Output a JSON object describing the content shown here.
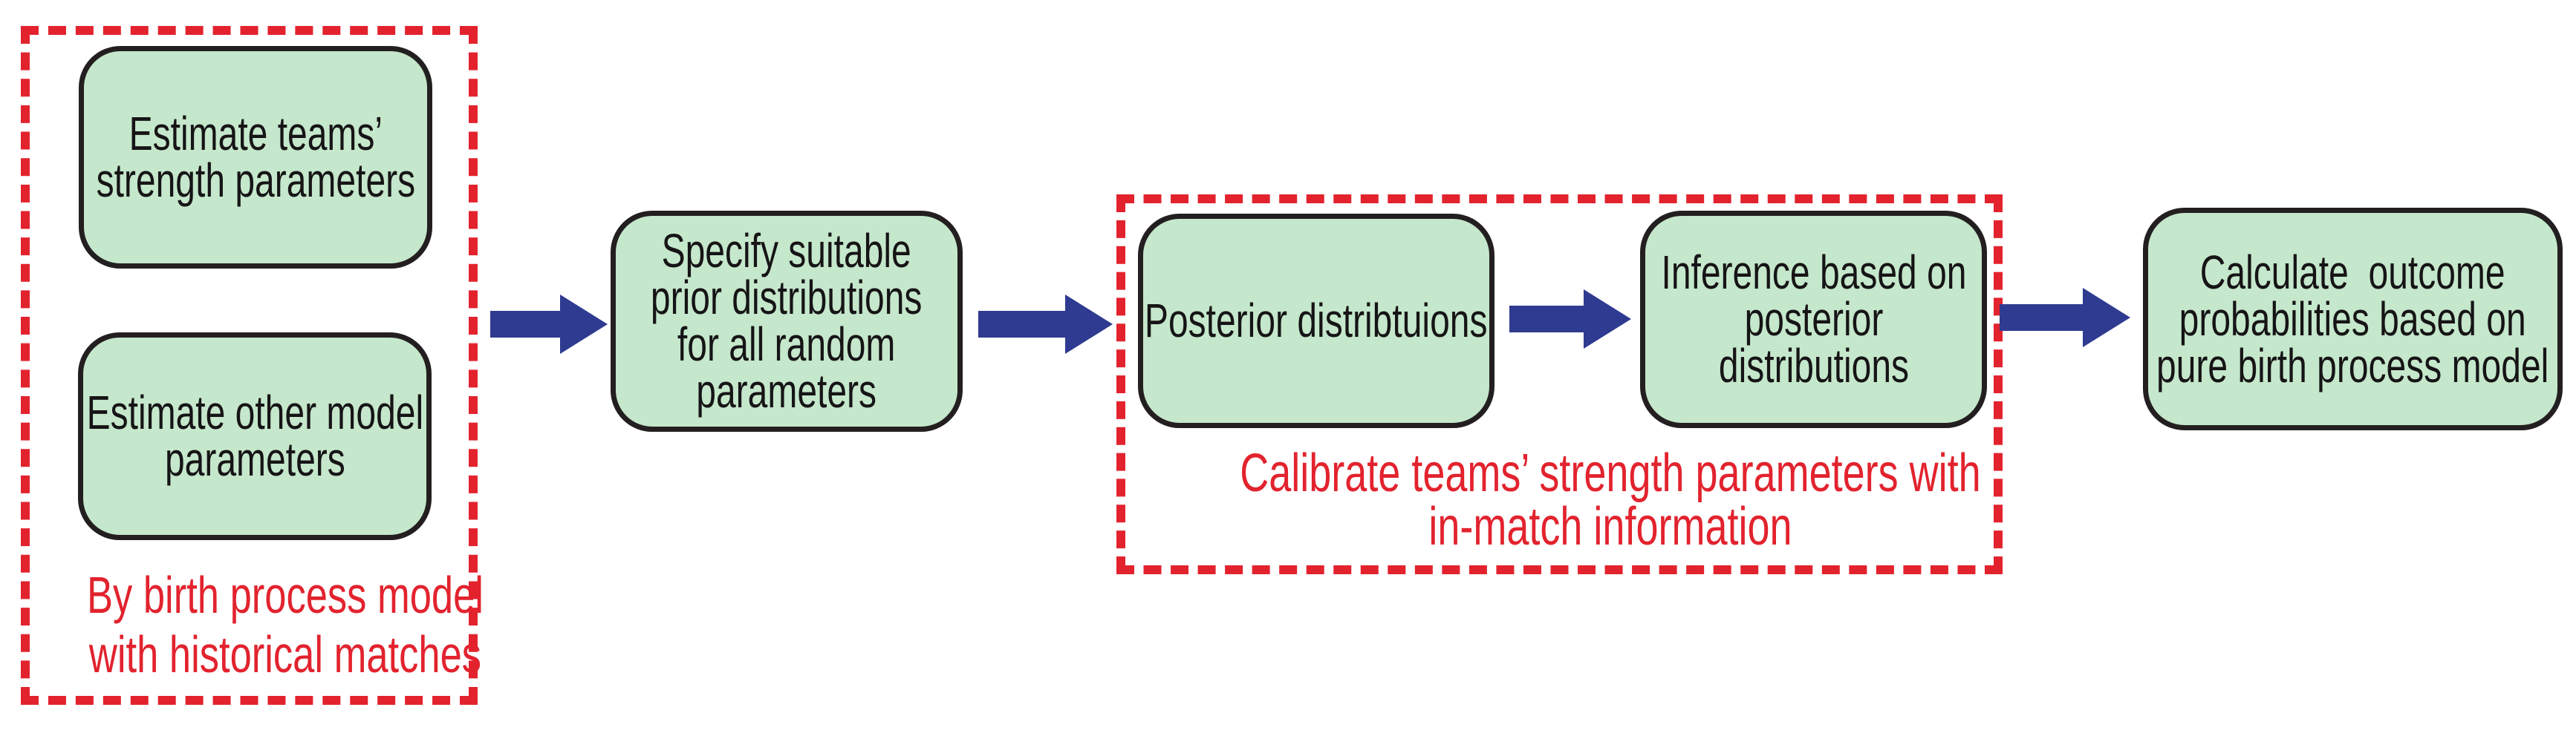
{
  "diagram": {
    "background": "#ffffff",
    "colors": {
      "box_fill": "#c5e7cb",
      "box_border": "#231f20",
      "box_text": "#161416",
      "arrow": "#2e3b90",
      "dashed_outline": "#e2232e",
      "caption_text": "#e2232e"
    },
    "boxes": {
      "estimate_strength": {
        "label": "Estimate teams’\nstrength parameters"
      },
      "estimate_other": {
        "label": "Estimate other model\nparameters"
      },
      "specify_priors": {
        "label": "Specify suitable\nprior distributions\nfor all random\nparameters"
      },
      "posterior": {
        "label": "Posterior distribtuions"
      },
      "inference": {
        "label": "Inference based on\nposterior\ndistributions"
      },
      "calculate": {
        "label": "Calculate  outcome\nprobabilities based on\npure birth process model"
      }
    },
    "captions": {
      "historical": {
        "label": "By birth process model\nwith historical matches"
      },
      "in_match": {
        "label": "Calibrate teams’ strength parameters with\nin-match information"
      }
    }
  }
}
